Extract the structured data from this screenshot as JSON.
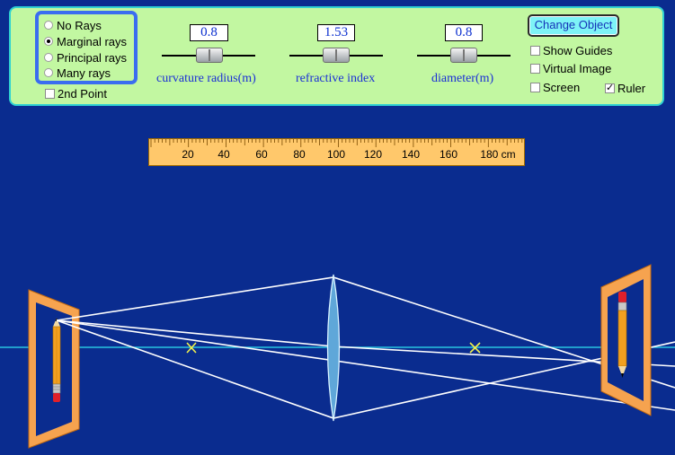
{
  "ray_options": [
    {
      "label": "No Rays",
      "checked": false
    },
    {
      "label": "Marginal rays",
      "checked": true
    },
    {
      "label": "Principal rays",
      "checked": false
    },
    {
      "label": "Many rays",
      "checked": false
    }
  ],
  "second_point": {
    "label": "2nd Point",
    "checked": false
  },
  "sliders": [
    {
      "value": "0.8",
      "label": "curvature radius(m)"
    },
    {
      "value": "1.53",
      "label": "refractive index"
    },
    {
      "value": "0.8",
      "label": "diameter(m)"
    }
  ],
  "change_object_label": "Change Object",
  "options": {
    "show_guides": {
      "label": "Show Guides",
      "checked": false
    },
    "virtual_image": {
      "label": "Virtual Image",
      "checked": false
    },
    "screen": {
      "label": "Screen",
      "checked": false
    },
    "ruler": {
      "label": "Ruler",
      "checked": true
    }
  },
  "ruler": {
    "ticks": [
      "20",
      "40",
      "60",
      "80",
      "100",
      "120",
      "140",
      "160"
    ],
    "last_tick": "180 cm"
  },
  "colors": {
    "background": "#0a2c8f",
    "panel": "#c2f7a1",
    "axis": "#27c3e0",
    "rays": "#ffffff",
    "focal_marks": "#f2f24c"
  }
}
